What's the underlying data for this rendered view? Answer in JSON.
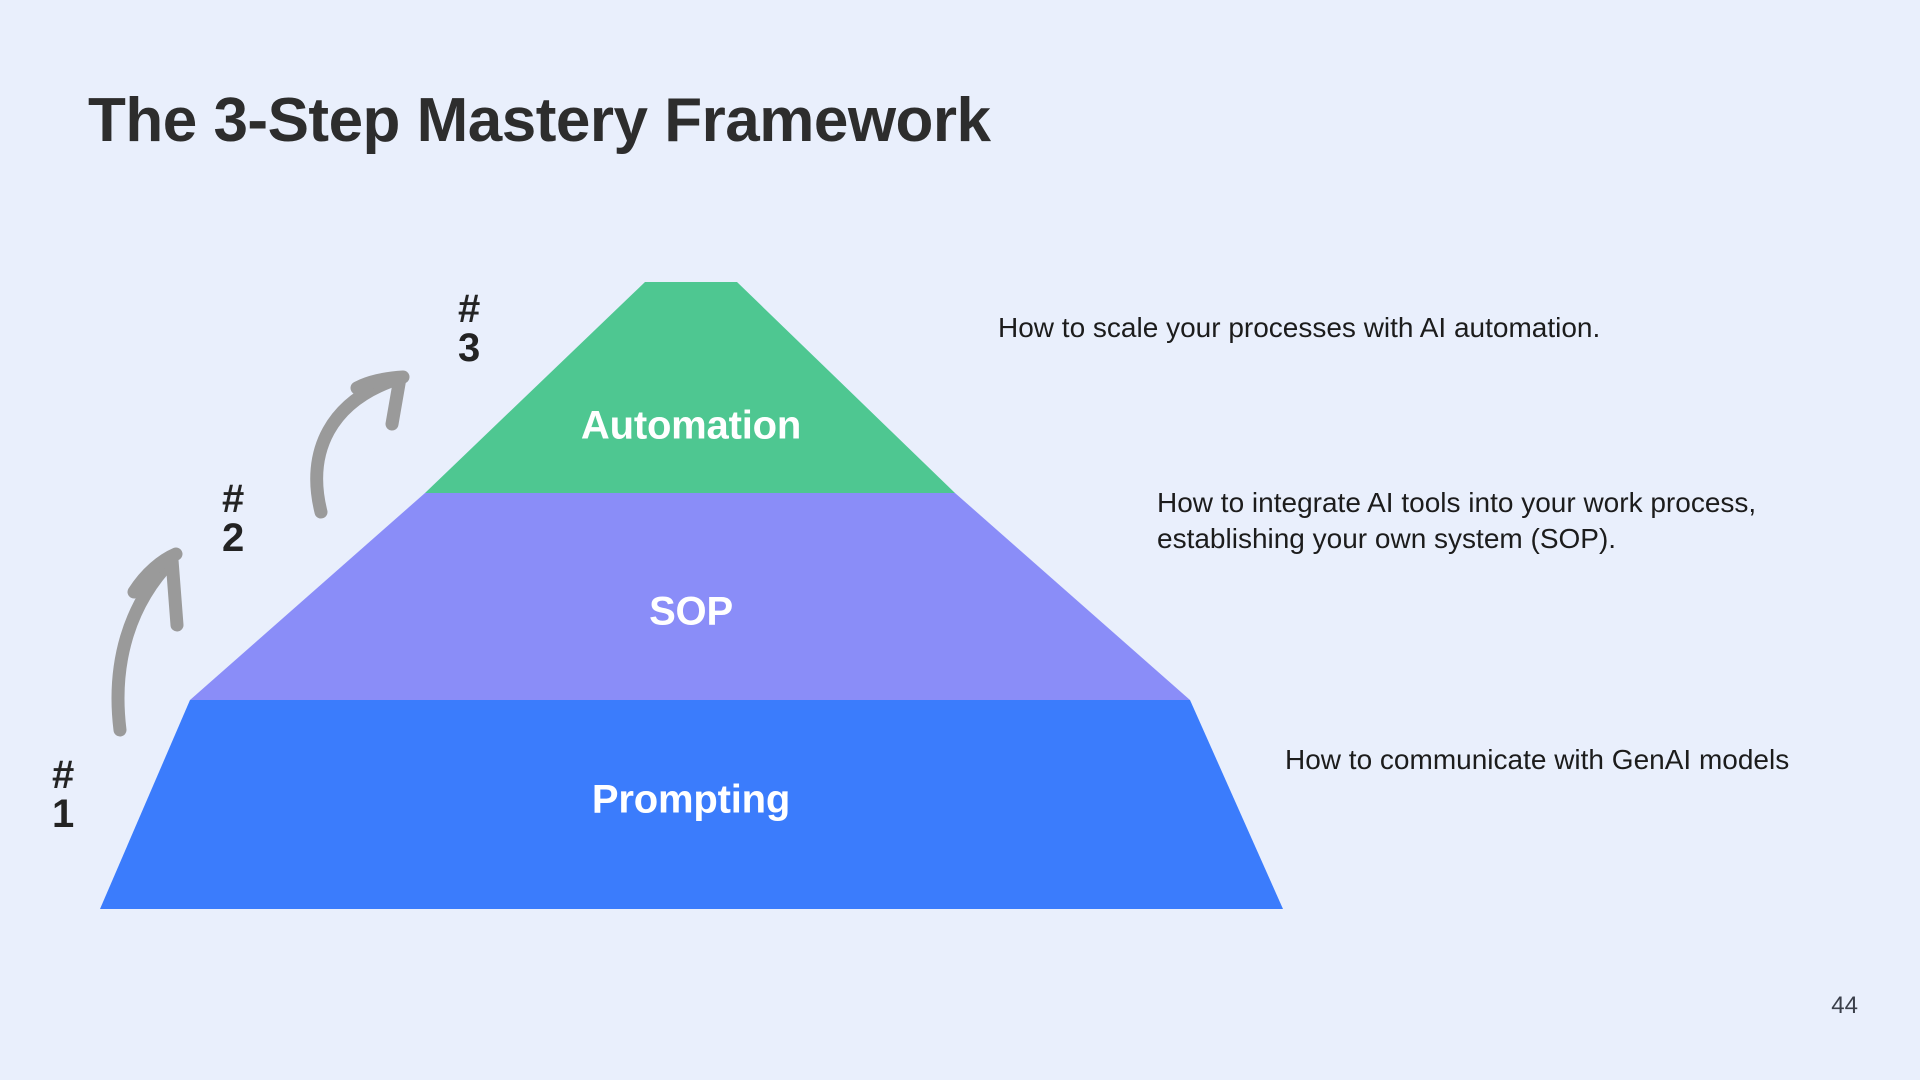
{
  "slide": {
    "title": "The 3-Step Mastery Framework",
    "page_number": "44",
    "background_color": "#e9effc",
    "title_color": "#2d2d2d"
  },
  "pyramid": {
    "tiers": [
      {
        "id": "automation",
        "label": "Automation",
        "step_marker": "#\n3",
        "color": "#4ec791",
        "description": "How to scale your processes with AI automation."
      },
      {
        "id": "sop",
        "label": "SOP",
        "step_marker": "#\n2",
        "color": "#8a8df8",
        "description": "How to integrate AI tools into your work process, establishing your own system (SOP)."
      },
      {
        "id": "prompting",
        "label": "Prompting",
        "step_marker": "#\n1",
        "color": "#3b7cfc",
        "description": "How to communicate with GenAI models"
      }
    ],
    "arrow_color": "#9a9a9a"
  }
}
